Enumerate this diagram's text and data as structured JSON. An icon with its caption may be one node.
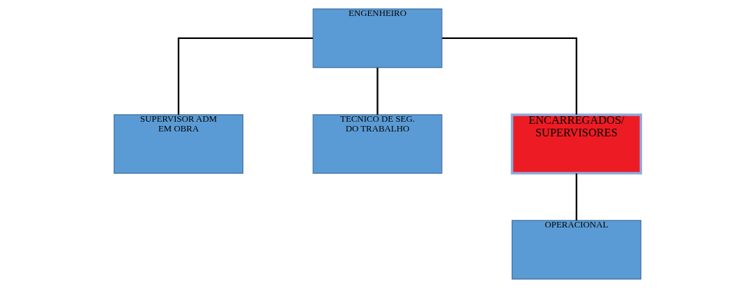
{
  "diagram": {
    "nodes": [
      {
        "text": [
          "ENGENHEIRO"
        ]
      },
      {
        "text": [
          "SUPERVISOR ADM EM OBRA"
        ]
      },
      {
        "text": [
          "TECNICO DE SEG. DO TRABALHO"
        ]
      },
      {
        "text": [
          "ENCARREGADOS/ SUPERVISORES"
        ]
      },
      {
        "text": [
          "OPERACIONAL"
        ]
      }
    ],
    "edges": [
      {
        "from": 0,
        "to": 1,
        "arrow": "none"
      },
      {
        "from": 0,
        "to": 2,
        "arrow": "none"
      },
      {
        "from": 0,
        "to": 3,
        "arrow": "none"
      },
      {
        "from": 3,
        "to": 4,
        "arrow": "none"
      }
    ]
  }
}
